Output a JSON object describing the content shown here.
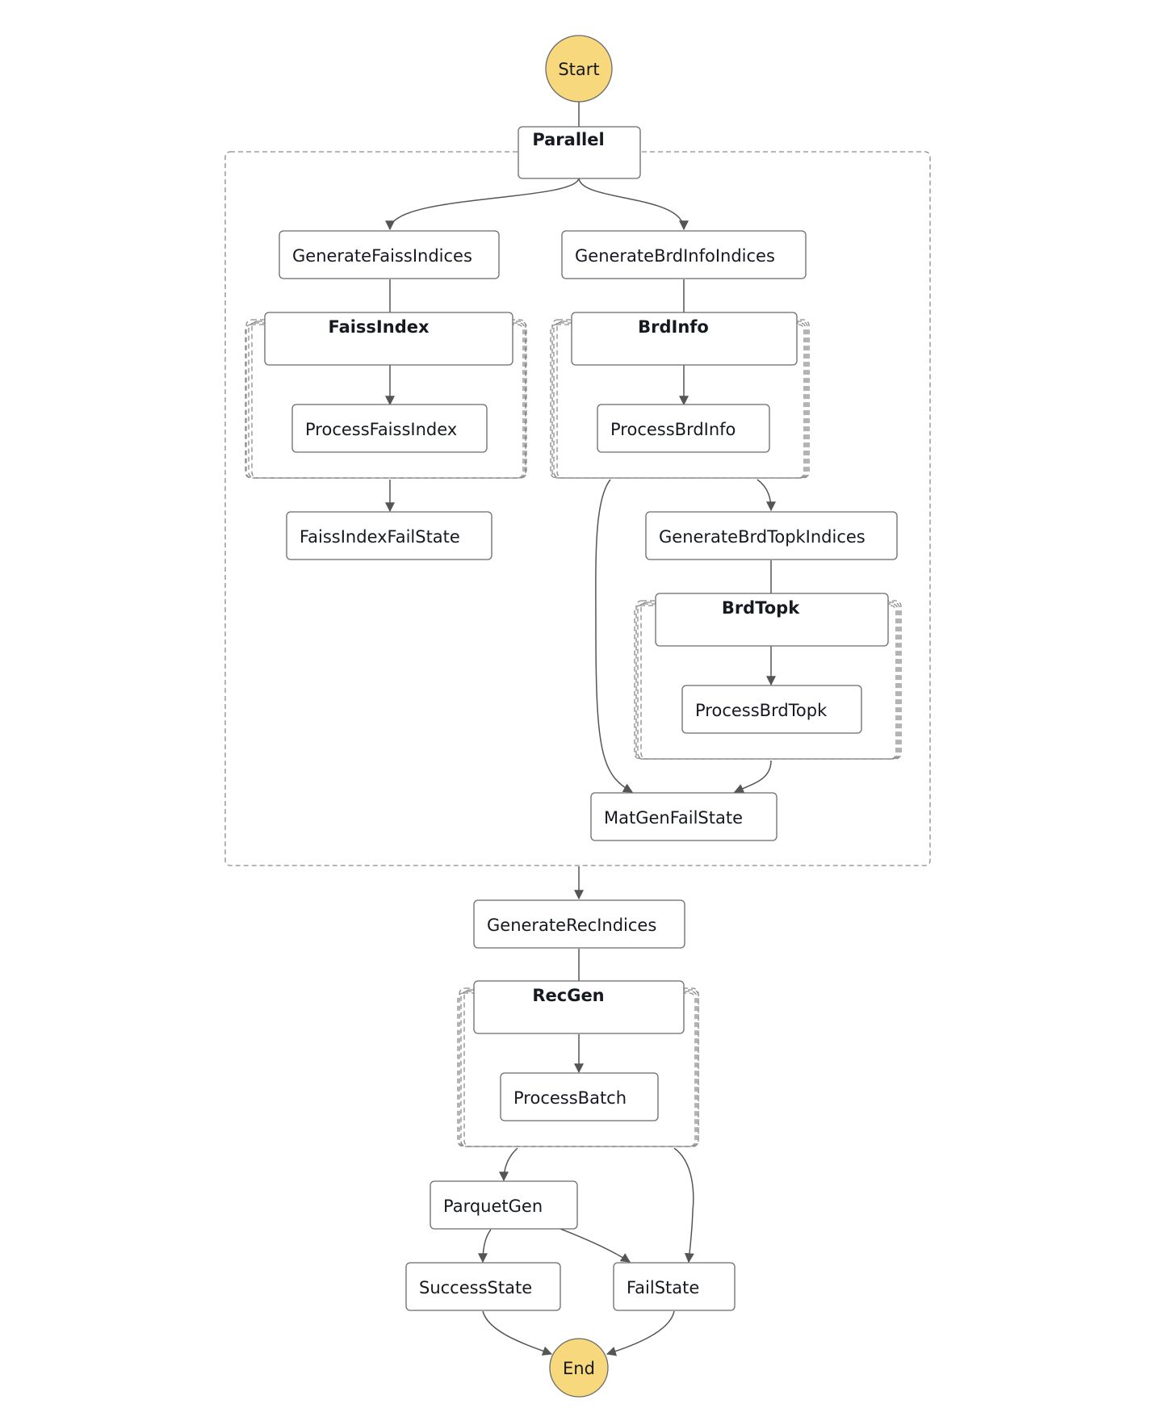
{
  "colors": {
    "terminal_fill": "#f7d87c",
    "edge": "#555555",
    "border": "#6b6b6b"
  },
  "nodes": {
    "start": "Start",
    "parallel": "Parallel",
    "generate_faiss_indices": "GenerateFaissIndices",
    "faiss_index": "FaissIndex",
    "process_faiss_index": "ProcessFaissIndex",
    "faiss_index_fail_state": "FaissIndexFailState",
    "generate_brd_info_indices": "GenerateBrdInfoIndices",
    "brd_info": "BrdInfo",
    "process_brd_info": "ProcessBrdInfo",
    "generate_brd_topk_indices": "GenerateBrdTopkIndices",
    "brd_topk": "BrdTopk",
    "process_brd_topk": "ProcessBrdTopk",
    "mat_gen_fail_state": "MatGenFailState",
    "generate_rec_indices": "GenerateRecIndices",
    "rec_gen": "RecGen",
    "process_batch": "ProcessBatch",
    "parquet_gen": "ParquetGen",
    "success_state": "SuccessState",
    "fail_state": "FailState",
    "end": "End"
  }
}
